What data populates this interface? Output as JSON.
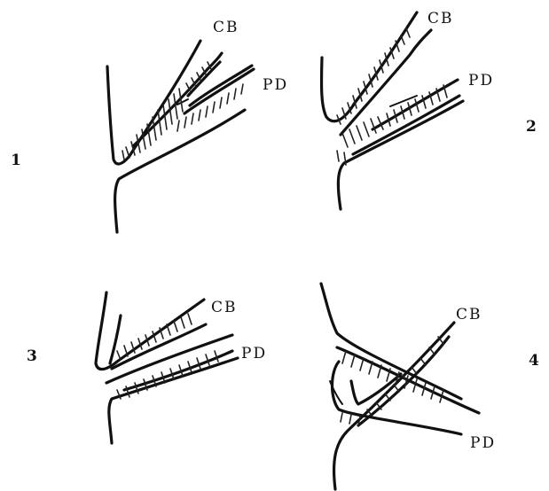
{
  "panels": [
    {
      "number": "1",
      "cb_label": "CB",
      "pd_label": "PD"
    },
    {
      "number": "2",
      "cb_label": "CB",
      "pd_label": "PD"
    },
    {
      "number": "3",
      "cb_label": "CB",
      "pd_label": "PD"
    },
    {
      "number": "4",
      "cb_label": "CB",
      "pd_label": "PD"
    }
  ]
}
